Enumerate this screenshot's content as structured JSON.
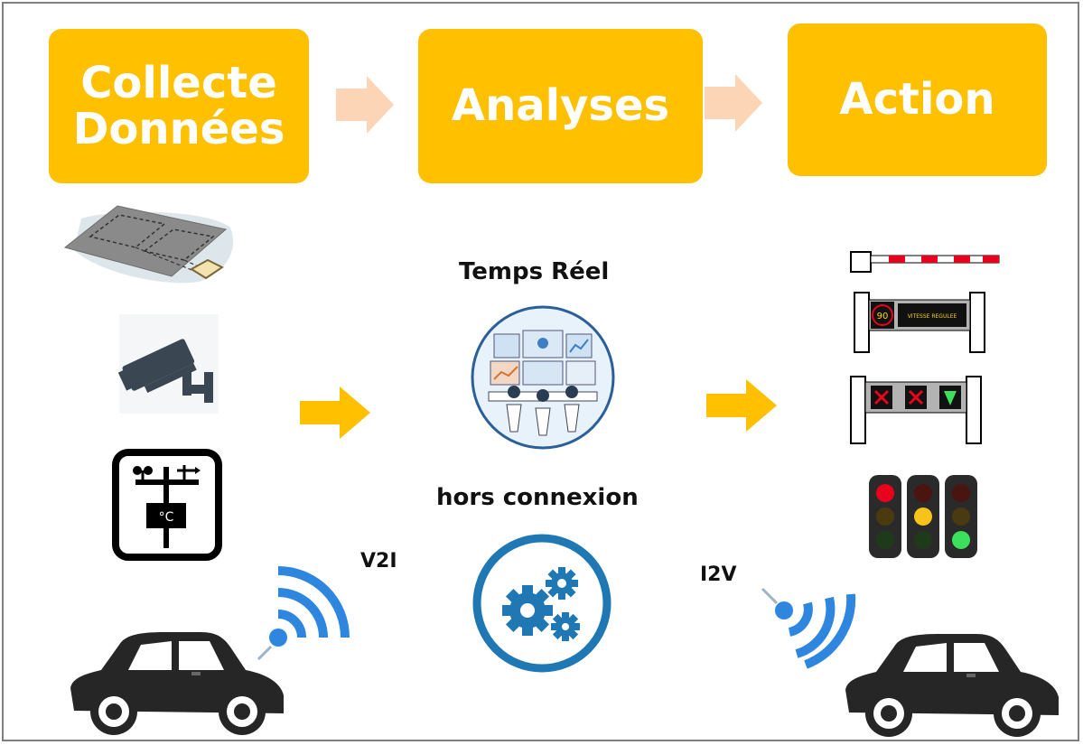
{
  "steps": {
    "collect": "Collecte\nDonnées",
    "analyse": "Analyses",
    "action": "Action"
  },
  "modes": {
    "realtime": "Temps Réel",
    "offline": "hors connexion"
  },
  "comm": {
    "v2i": "V2I",
    "i2v": "I2V"
  },
  "signs": {
    "speed_value": "90",
    "speed_message": "VITESSE REGULEE",
    "temperature_unit": "°C"
  },
  "colors": {
    "step_box": "#FFC000",
    "pale_arrow": "#FBD5B5",
    "wifi_blue": "#2E86DE",
    "gear_blue": "#1F78B4"
  }
}
